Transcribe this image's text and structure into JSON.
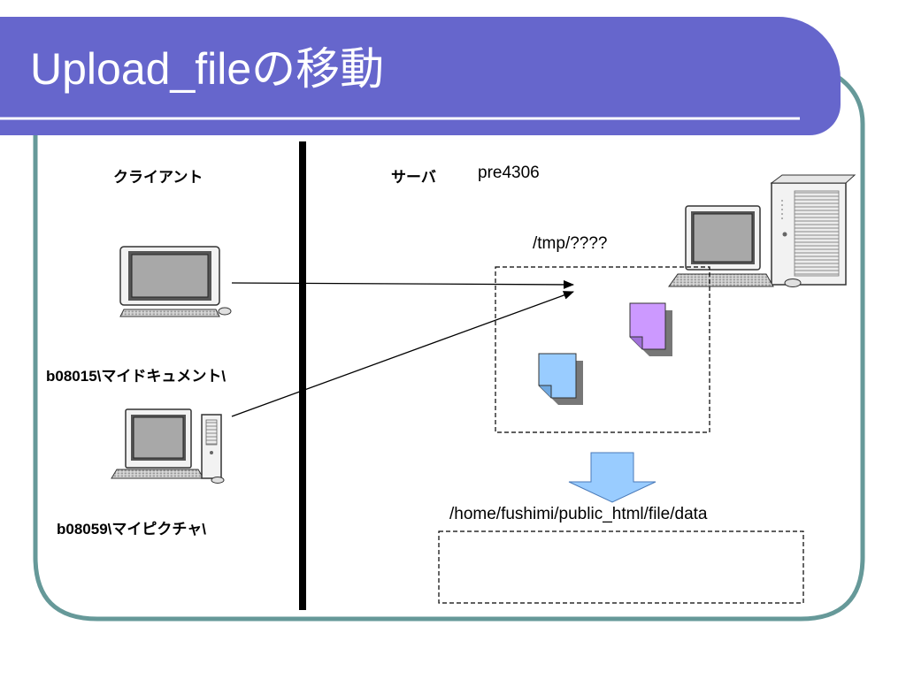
{
  "slide": {
    "title": "Upload_fileの移動",
    "theme_color": "#6666cc",
    "frame_color": "#669999"
  },
  "client": {
    "heading": "クライアント",
    "pc1_path": "b08015\\マイドキュメント\\",
    "pc2_path": "b08059\\マイピクチャ\\"
  },
  "server": {
    "heading": "サーバ",
    "name": "pre4306",
    "tmp_path": "/tmp/????",
    "dest_path": "/home/fushimi/public_html/file/data"
  },
  "files": {
    "blue_color": "#99ccff",
    "purple_color": "#cc99ff"
  },
  "icons": {
    "client_pc1": "laptop-icon",
    "client_pc2": "desktop-tower-icon",
    "server": "server-icon",
    "move_arrow": "down-arrow-icon"
  }
}
